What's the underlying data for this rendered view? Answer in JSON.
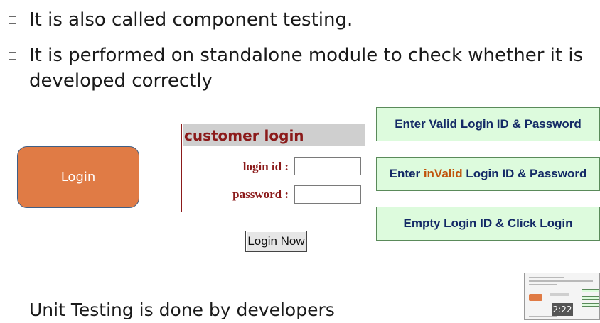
{
  "slide": {
    "bullets": [
      "It is also called component testing.",
      "It is performed on standalone module to check whether it is developed correctly",
      "Unit Testing is done by developers"
    ]
  },
  "login_shape": {
    "label": "Login"
  },
  "form": {
    "header": "customer login",
    "login_label": "login id :",
    "password_label": "password :",
    "login_value": "",
    "password_value": "",
    "submit_label": "Login Now"
  },
  "test_cases": {
    "case1": "Enter Valid Login ID & Password",
    "case2_prefix": "Enter ",
    "case2_highlight": "inValid",
    "case2_suffix": " Login ID & Password",
    "case3": "Empty Login ID & Click Login"
  },
  "video": {
    "timestamp": "2:22"
  },
  "colors": {
    "login_shape": "#e07b45",
    "form_label": "#8b1a1a",
    "case_box": "#ddfbdd",
    "case_text": "#142a66",
    "invalid_highlight": "#c0540c"
  },
  "icons": {
    "bullet": "square-bullet-icon"
  }
}
